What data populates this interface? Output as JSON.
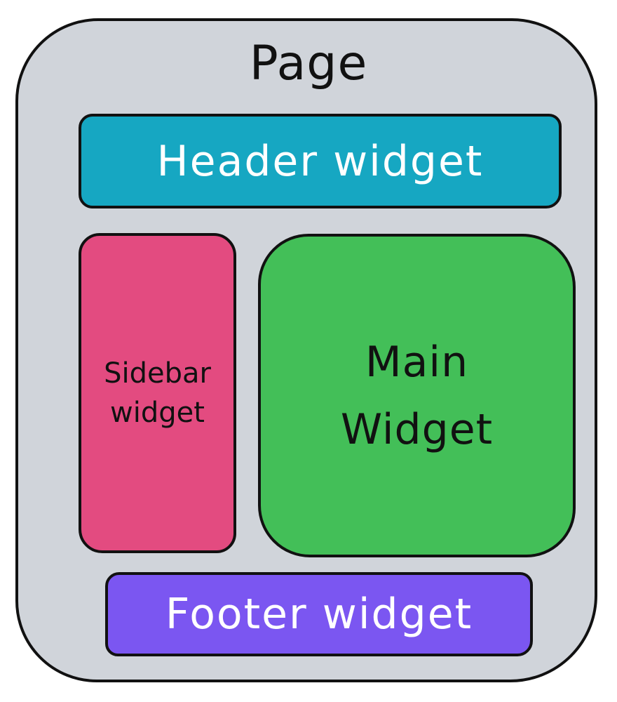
{
  "diagram": {
    "page_label": "Page",
    "header_label": "Header widget",
    "sidebar_label": "Sidebar\nwidget",
    "main_label": "Main\nWidget",
    "footer_label": "Footer widget"
  },
  "colors": {
    "page_background": "#d0d4da",
    "header": "#16a7c2",
    "sidebar": "#e34b80",
    "main": "#43bf58",
    "footer": "#7b56f1",
    "outline": "#111111"
  }
}
